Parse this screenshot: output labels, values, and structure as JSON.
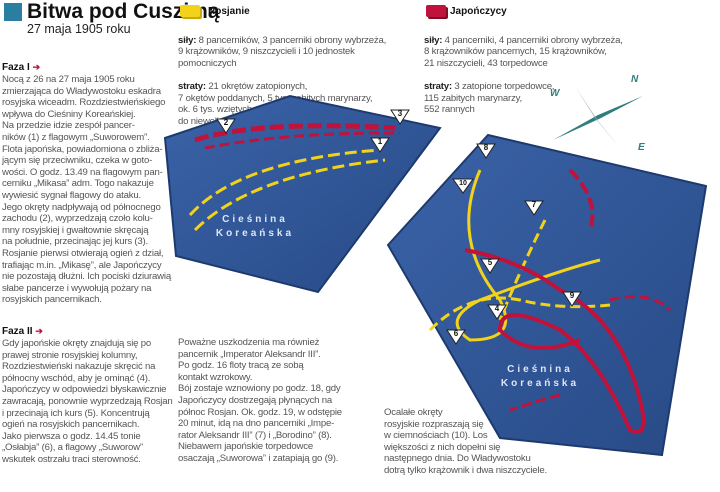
{
  "header": {
    "title": "Bitwa pod Cuszimą",
    "date": "27 maja 1905 roku"
  },
  "russians": {
    "name": "Rosjanie",
    "color": "#f2d21b",
    "forces_label": "siły:",
    "forces": "8 pancerników, 3 pancerniki obrony wybrzeża,\n9 krążowników, 9 niszczycieli i 10 jednostek pomocniczych",
    "losses_label": "straty:",
    "losses": "21 okrętów zatopionych,\n7 okętów poddanych, 5 tys. zabitych marynarzy,\nok. 6 tys. wziętych\ndo niewoli"
  },
  "japanese": {
    "name": "Japończycy",
    "color": "#c0123a",
    "forces_label": "siły:",
    "forces": "4 pancerniki, 4 pancerniki obrony wybrzeża,\n8 krążowników pancernych, 15 krążowników,\n21 niszczycieli, 43 torpedowce",
    "losses_label": "straty:",
    "losses": "3 zatopione torpedowce,\n115 zabitych marynarzy,\n552 rannych"
  },
  "compass": {
    "n": "N",
    "w": "W",
    "e": "E"
  },
  "phase1": {
    "heading": "Faza I",
    "text": "Nocą z 26 na 27 maja 1905 roku\nzmierzająca do Władywostoku eskadra\nrosyjska wiceadm. Rozdziestwieńskiego\nwpływa do Cieśniny Koreańskiej.\nNa przedzie idzie zespół pancer-\nników (1) z flagowym „Suworowem”.\nFlota japońska, powiadomiona o zbliża-\njącym się przeciwniku, czeka w goto-\nwości. O godz. 13.49 na flagowym pan-\ncerniku „Mikasa” adm. Togo nakazuje\nwywiesić sygnał flagowy do ataku.\nJego okręty nadpływają od północnego\nzachodu (2), wyprzedzają czoło kolu-\nmny rosyjskiej i gwałtownie skręcają\nna południe, przecinając jej kurs (3).\nRosjanie pierwsi otwierają ogień z dział,\ntrafiając m.in. „Mikasę”, ale Japończycy\nnie pozostają dłużni. Ich pociski dziurawią\nsłabe pancerze i wywołują pożary na\nrosyjskich pancernikach."
  },
  "phase2": {
    "heading": "Faza II",
    "text": "Gdy japońskie okręty znajdują się po\nprawej stronie rosyjskiej kolumny,\nRozdziestwieński nakazuje skręcić na\npółnocny wschód, aby je ominąć (4).\nJapończycy w odpowiedzi błyskawicznie\nzawracają, ponownie wyprzedzają Rosjan\ni przecinają ich kurs (5). Koncentrują\nogień na rosyjskich pancernikach.\nJako pierwsza o godz. 14.45 tonie\n„Osłabja” (6), a flagowy „Suworow”\nwskutek ostrzału traci sterowność."
  },
  "phase2b": {
    "text": "Poważne uszkodzenia ma również\npancernik „Imperator Aleksandr III”.\nPo godz. 16 floty tracą ze sobą\nkontakt wzrokowy.\nBój zostaje wznowiony po godz. 18, gdy\nJapończycy dostrzegają płynących na\npółnoc Rosjan. Ok. godz. 19, w odstępie\n20 minut, idą na dno pancerniki „Impe-\nrator Aleksandr III” (7) i „Borodino” (8).\nNiebawem japońskie torpedowce\nosaczają „Suworowa” i zatapiają go (9)."
  },
  "phase3": {
    "text": "Ocalałe okręty\nrosyjskie rozpraszają się\nw ciemnościach (10). Los\nwiększości z nich dopełni się\nnastępnego dnia. Do Władywostoku\ndotrą tylko krążownik i dwa niszczyciele."
  },
  "map1": {
    "strait_label": "Cieśnina\nKoreańska",
    "markers": [
      "1",
      "2",
      "3"
    ]
  },
  "map2": {
    "strait_label": "Cieśnina\nKoreańska",
    "markers": [
      "4",
      "5",
      "6",
      "7",
      "8",
      "9",
      "10"
    ]
  }
}
